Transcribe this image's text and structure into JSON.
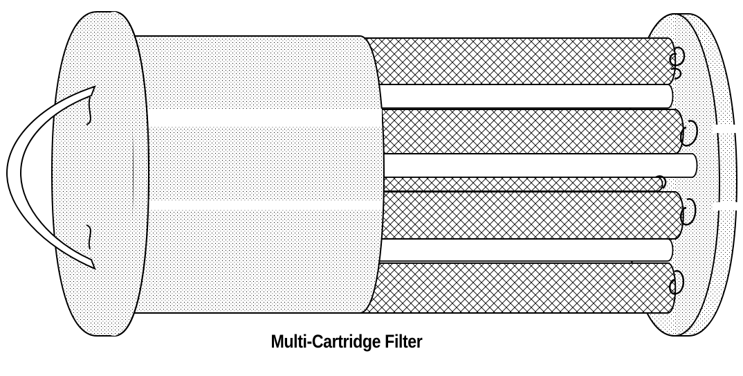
{
  "figure": {
    "caption": "Multi-Cartridge Filter"
  },
  "colors": {
    "outline": "#000000",
    "fill": "#ffffff",
    "stipple": "#000000",
    "mesh": "#000000",
    "background": "#ffffff"
  },
  "icons": {
    "handle": "arch-handle",
    "spring": "coil-spring"
  }
}
